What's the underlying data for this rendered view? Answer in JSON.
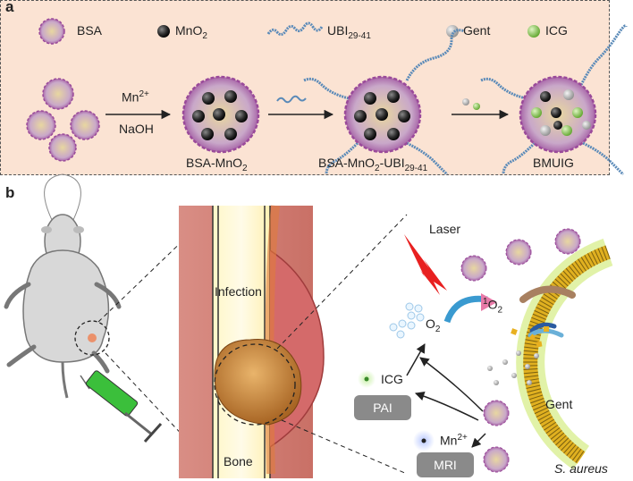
{
  "panel_a": {
    "letter": "a",
    "legend": {
      "bsa": "BSA",
      "mno2_base": "MnO",
      "mno2_sub": "2",
      "ubi_base": "UBI",
      "ubi_sub": "29-41",
      "gent": "Gent",
      "icg": "ICG"
    },
    "reagent_top_base": "Mn",
    "reagent_top_sup": "2+",
    "reagent_bottom": "NaOH",
    "stages": {
      "s1_base": "BSA-MnO",
      "s1_sub": "2",
      "s2_base": "BSA-MnO",
      "s2_sub1": "2",
      "s2_mid": "-UBI",
      "s2_sub2": "29-41",
      "s3": "BMUIG"
    }
  },
  "panel_b": {
    "letter": "b",
    "infection": "Infection",
    "bone": "Bone",
    "laser": "Laser",
    "o2_base": "O",
    "o2_sub": "2",
    "singlet_sup": "1",
    "singlet_base": "O",
    "singlet_sub": "2",
    "icg": "ICG",
    "pai": "PAI",
    "mn_base": "Mn",
    "mn_sup": "2+",
    "mri": "MRI",
    "gent": "Gent",
    "bacterium": "S. aureus"
  },
  "colors": {
    "panel_bg": "#fbe3d3",
    "mno2": "#2a2a2a",
    "gent": "#b5b5b5",
    "icg": "#8fcb5a",
    "ubi": "#5a8ab8",
    "protein": "#a85aa8",
    "laser": "#e82020",
    "syringe": "#3bbf3b"
  }
}
